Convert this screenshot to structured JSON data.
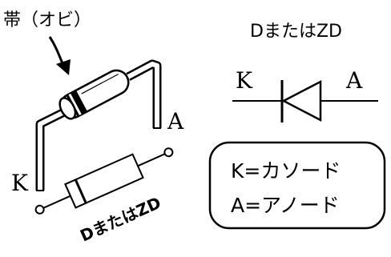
{
  "labels": {
    "band_label": "帯（オビ）",
    "top_right_title": "DまたはZD",
    "left_k": "K",
    "left_a": "A",
    "symbol_k": "K",
    "symbol_a": "A",
    "pcb_label": "DまたはZD",
    "legend_line1": "K=カソード",
    "legend_line2": "A=アノード"
  }
}
